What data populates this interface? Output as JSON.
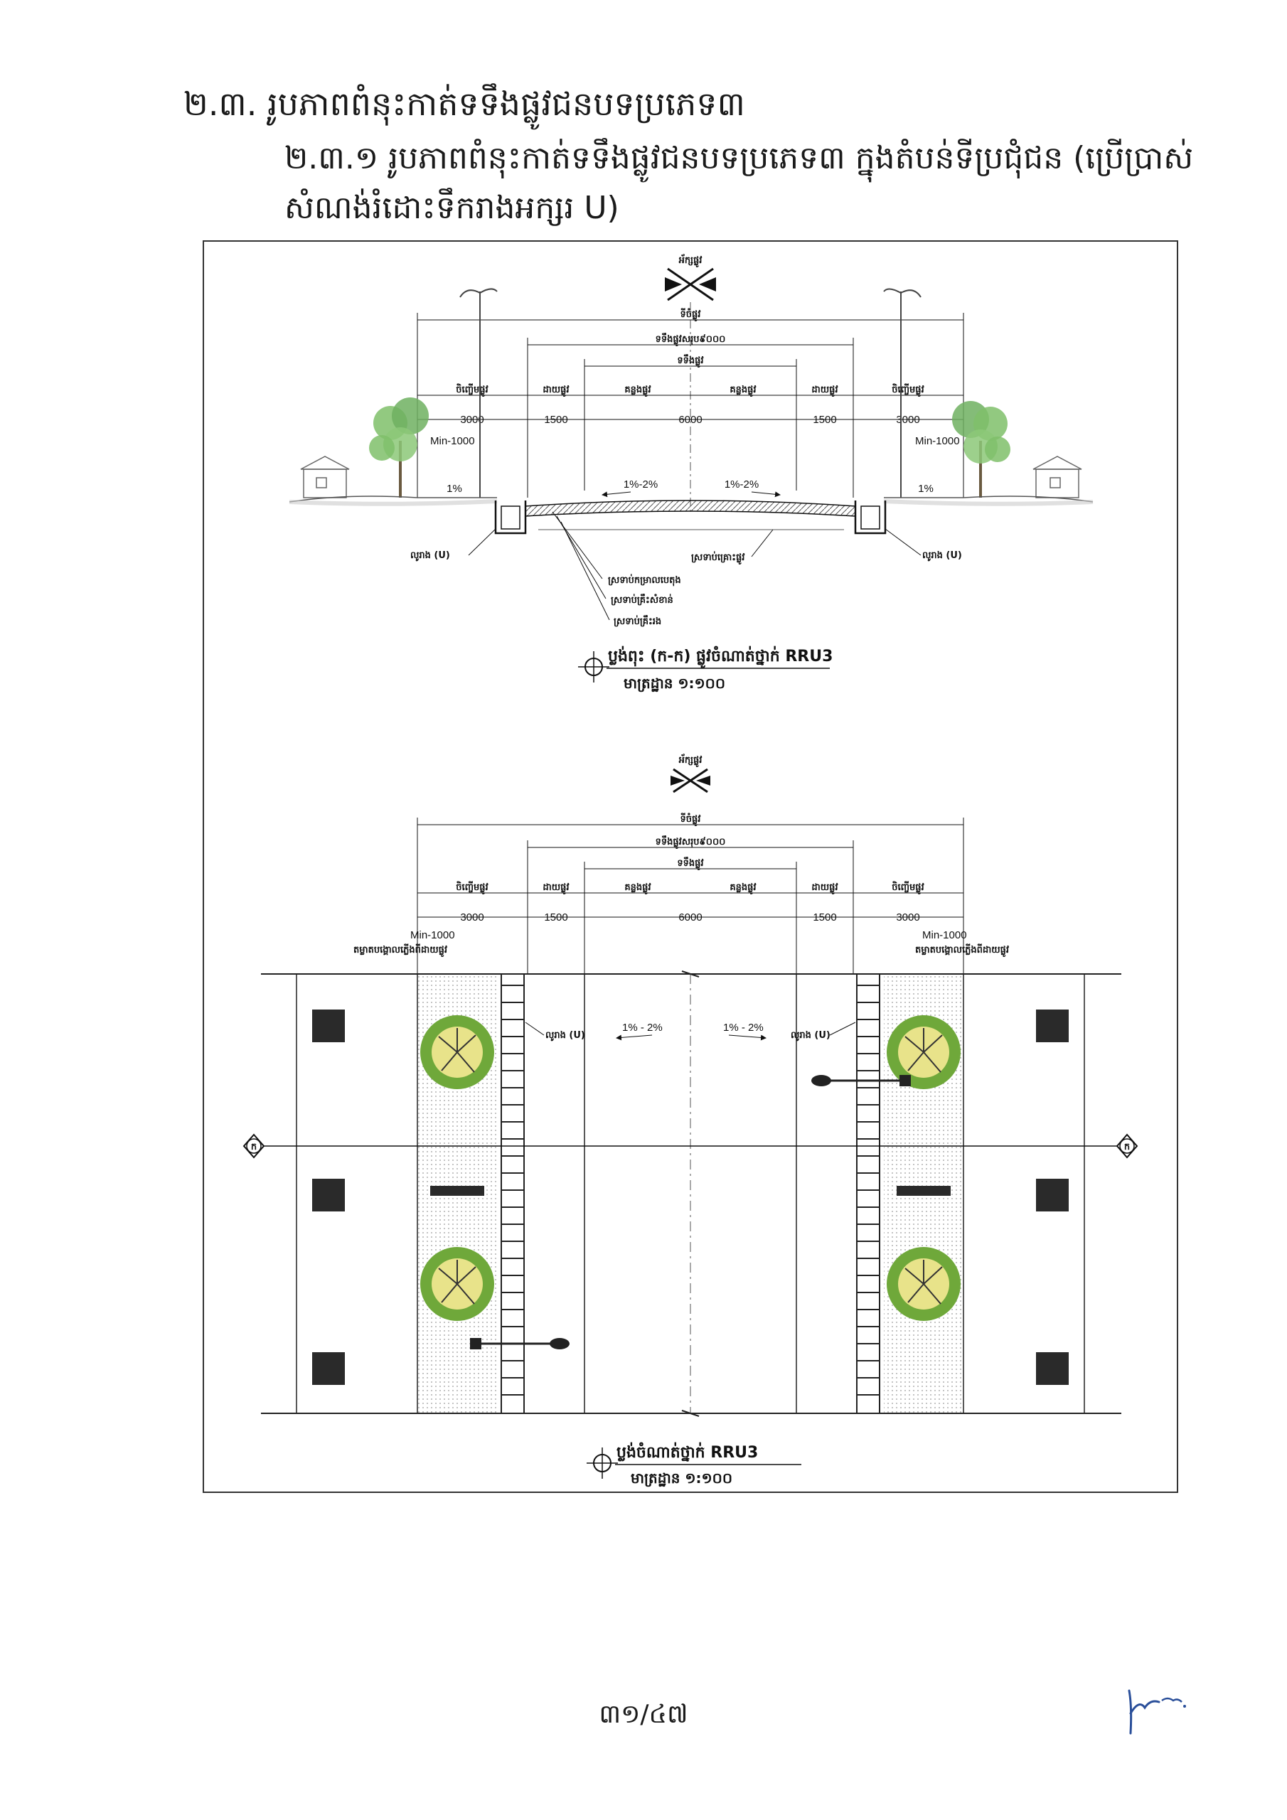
{
  "heading": "២.៣. រូបភាពពំនុះកាត់ទទឹងផ្លូវជនបទប្រភេទ៣",
  "subheading": "២.៣.១ រូបភាពពំនុះកាត់ទទឹងផ្លូវជនបទប្រភេទ៣ ក្នុងតំបន់ទីប្រជុំជន (ប្រើប្រាស់សំណង់រំដោះទឹករាងអក្សរ U)",
  "section": {
    "axis_label": "អ័ក្សផ្លូវ",
    "total_width_label": "ទីចំផ្លូវ",
    "carriageway_total_label": "ទទឹងផ្លូវសរុប៩០០០",
    "carriageway_label": "ទទឹងផ្លូវ",
    "sidewalk_label": "ចិញ្ចើមផ្លូវ",
    "shoulder_label": "ដាយផ្លូវ",
    "lane_label": "គន្លងផ្លូវ",
    "dim_3000": "3000",
    "dim_1500": "1500",
    "dim_6000": "6000",
    "min_1000": "Min-1000",
    "slope_1": "1%",
    "slope_mid": "1%-2%",
    "drain_label": "លូរាង (U)",
    "road_base_label": "ស្រទាប់គ្រោះផ្លូវ",
    "layer1": "ស្រទាប់កម្រាលបេតុង",
    "layer2": "ស្រទាប់គ្រឹះសំខាន់",
    "layer3": "ស្រទាប់គ្រឹះរង",
    "title": "ប្លង់ពុះ (ក-ក) ផ្លូវចំណាត់ថ្នាក់ RRU3",
    "scale": "មាត្រដ្ឋាន ១:១០០"
  },
  "plan": {
    "axis_label": "អ័ក្សផ្លូវ",
    "total_width_label": "ទីចំផ្លូវ",
    "carriageway_total_label": "ទទឹងផ្លូវសរុប៩០០០",
    "carriageway_label": "ទទឹងផ្លូវ",
    "sidewalk_label": "ចិញ្ចើមផ្លូវ",
    "shoulder_label": "ដាយផ្លូវ",
    "lane_label": "គន្លងផ្លូវ",
    "dim_3000": "3000",
    "dim_1500": "1500",
    "dim_6000": "6000",
    "min_1000": "Min-1000",
    "pole_note": "តម្លាតបង្គោលភ្លើងពីដាយផ្លូវ",
    "slope": "1% - 2%",
    "drain_label": "លូរាង (U)",
    "section_mark": "ក",
    "title": "ប្លង់ចំណាត់ថ្នាក់ RRU3",
    "scale": "មាត្រដ្ឋាន ១:១០០"
  },
  "page_number": "៣១/៤៧",
  "colors": {
    "tree_green": "#6fa83a",
    "tree_center": "#e8e38a",
    "line": "#222222",
    "soil": "#cfcfcf"
  }
}
